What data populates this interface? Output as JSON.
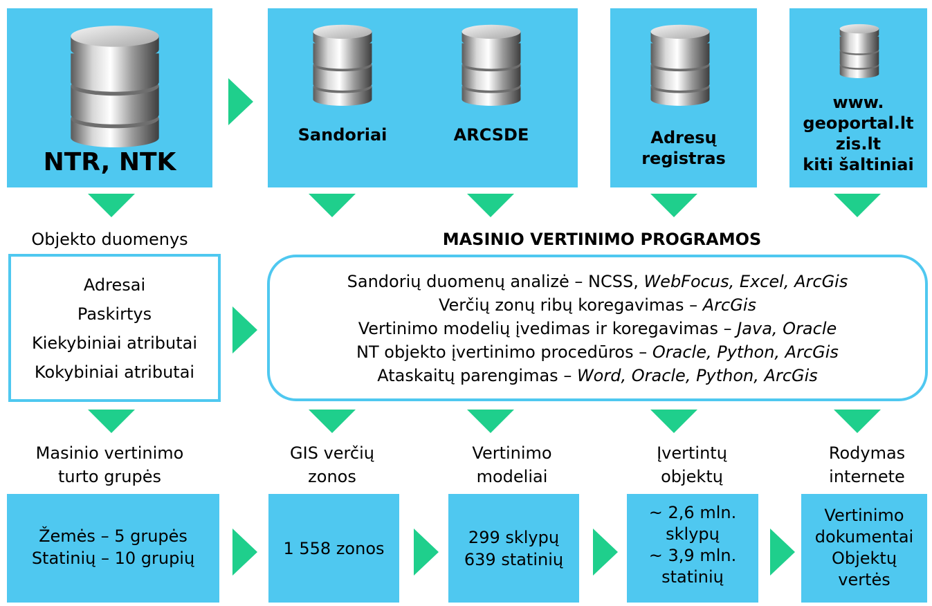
{
  "sources": {
    "ntr": "NTR, NTK",
    "sandoriai": "Sandoriai",
    "arcsde": "ARCSDE",
    "adresu_line1": "Adresų",
    "adresu_line2": "registras",
    "www_lines": [
      "www.",
      "geoportal.lt",
      "zis.lt",
      "kiti šaltiniai"
    ]
  },
  "objekto": {
    "heading": "Objekto duomenys",
    "items": [
      "Adresai",
      "Paskirtys",
      "Kiekybiniai atributai",
      "Kokybiniai atributai"
    ]
  },
  "programs": {
    "heading": "MASINIO VERTINIMO PROGRAMOS",
    "lines": [
      {
        "text": "Sandorių duomenų analizė – NCSS, ",
        "tools": "WebFocus, Excel, ArcGis"
      },
      {
        "text": "Verčių zonų ribų koregavimas – ",
        "tools": "ArcGis"
      },
      {
        "text": "Vertinimo modelių įvedimas ir koregavimas – ",
        "tools": "Java, Oracle"
      },
      {
        "text": "NT objekto įvertinimo procedūros – ",
        "tools": "Oracle, Python, ArcGis"
      },
      {
        "text": "Ataskaitų parengimas – ",
        "tools": "Word, Oracle, Python, ArcGis"
      }
    ]
  },
  "outputs": [
    {
      "label": [
        "Masinio vertinimo",
        "turto grupės"
      ],
      "box": [
        "Žemės – 5 grupės",
        "Statinių – 10 grupių"
      ]
    },
    {
      "label": [
        "GIS verčių",
        "zonos"
      ],
      "box": [
        "1 558 zonos"
      ]
    },
    {
      "label": [
        "Vertinimo",
        "modeliai"
      ],
      "box": [
        "299 sklypų",
        "639 statinių"
      ]
    },
    {
      "label": [
        "Įvertintų",
        "objektų"
      ],
      "box": [
        "~ 2,6 mln.",
        "sklypų",
        "~ 3,9 mln.",
        "statinių"
      ]
    },
    {
      "label": [
        "Rodymas",
        "internete"
      ],
      "box": [
        "Vertinimo",
        "dokumentai",
        "Objektų",
        "vertės"
      ]
    }
  ],
  "colors": {
    "box": "#4fc8f0",
    "arrow": "#1fcf8c",
    "outline": "#4fc8f0"
  },
  "icons": [
    "database-icon"
  ]
}
